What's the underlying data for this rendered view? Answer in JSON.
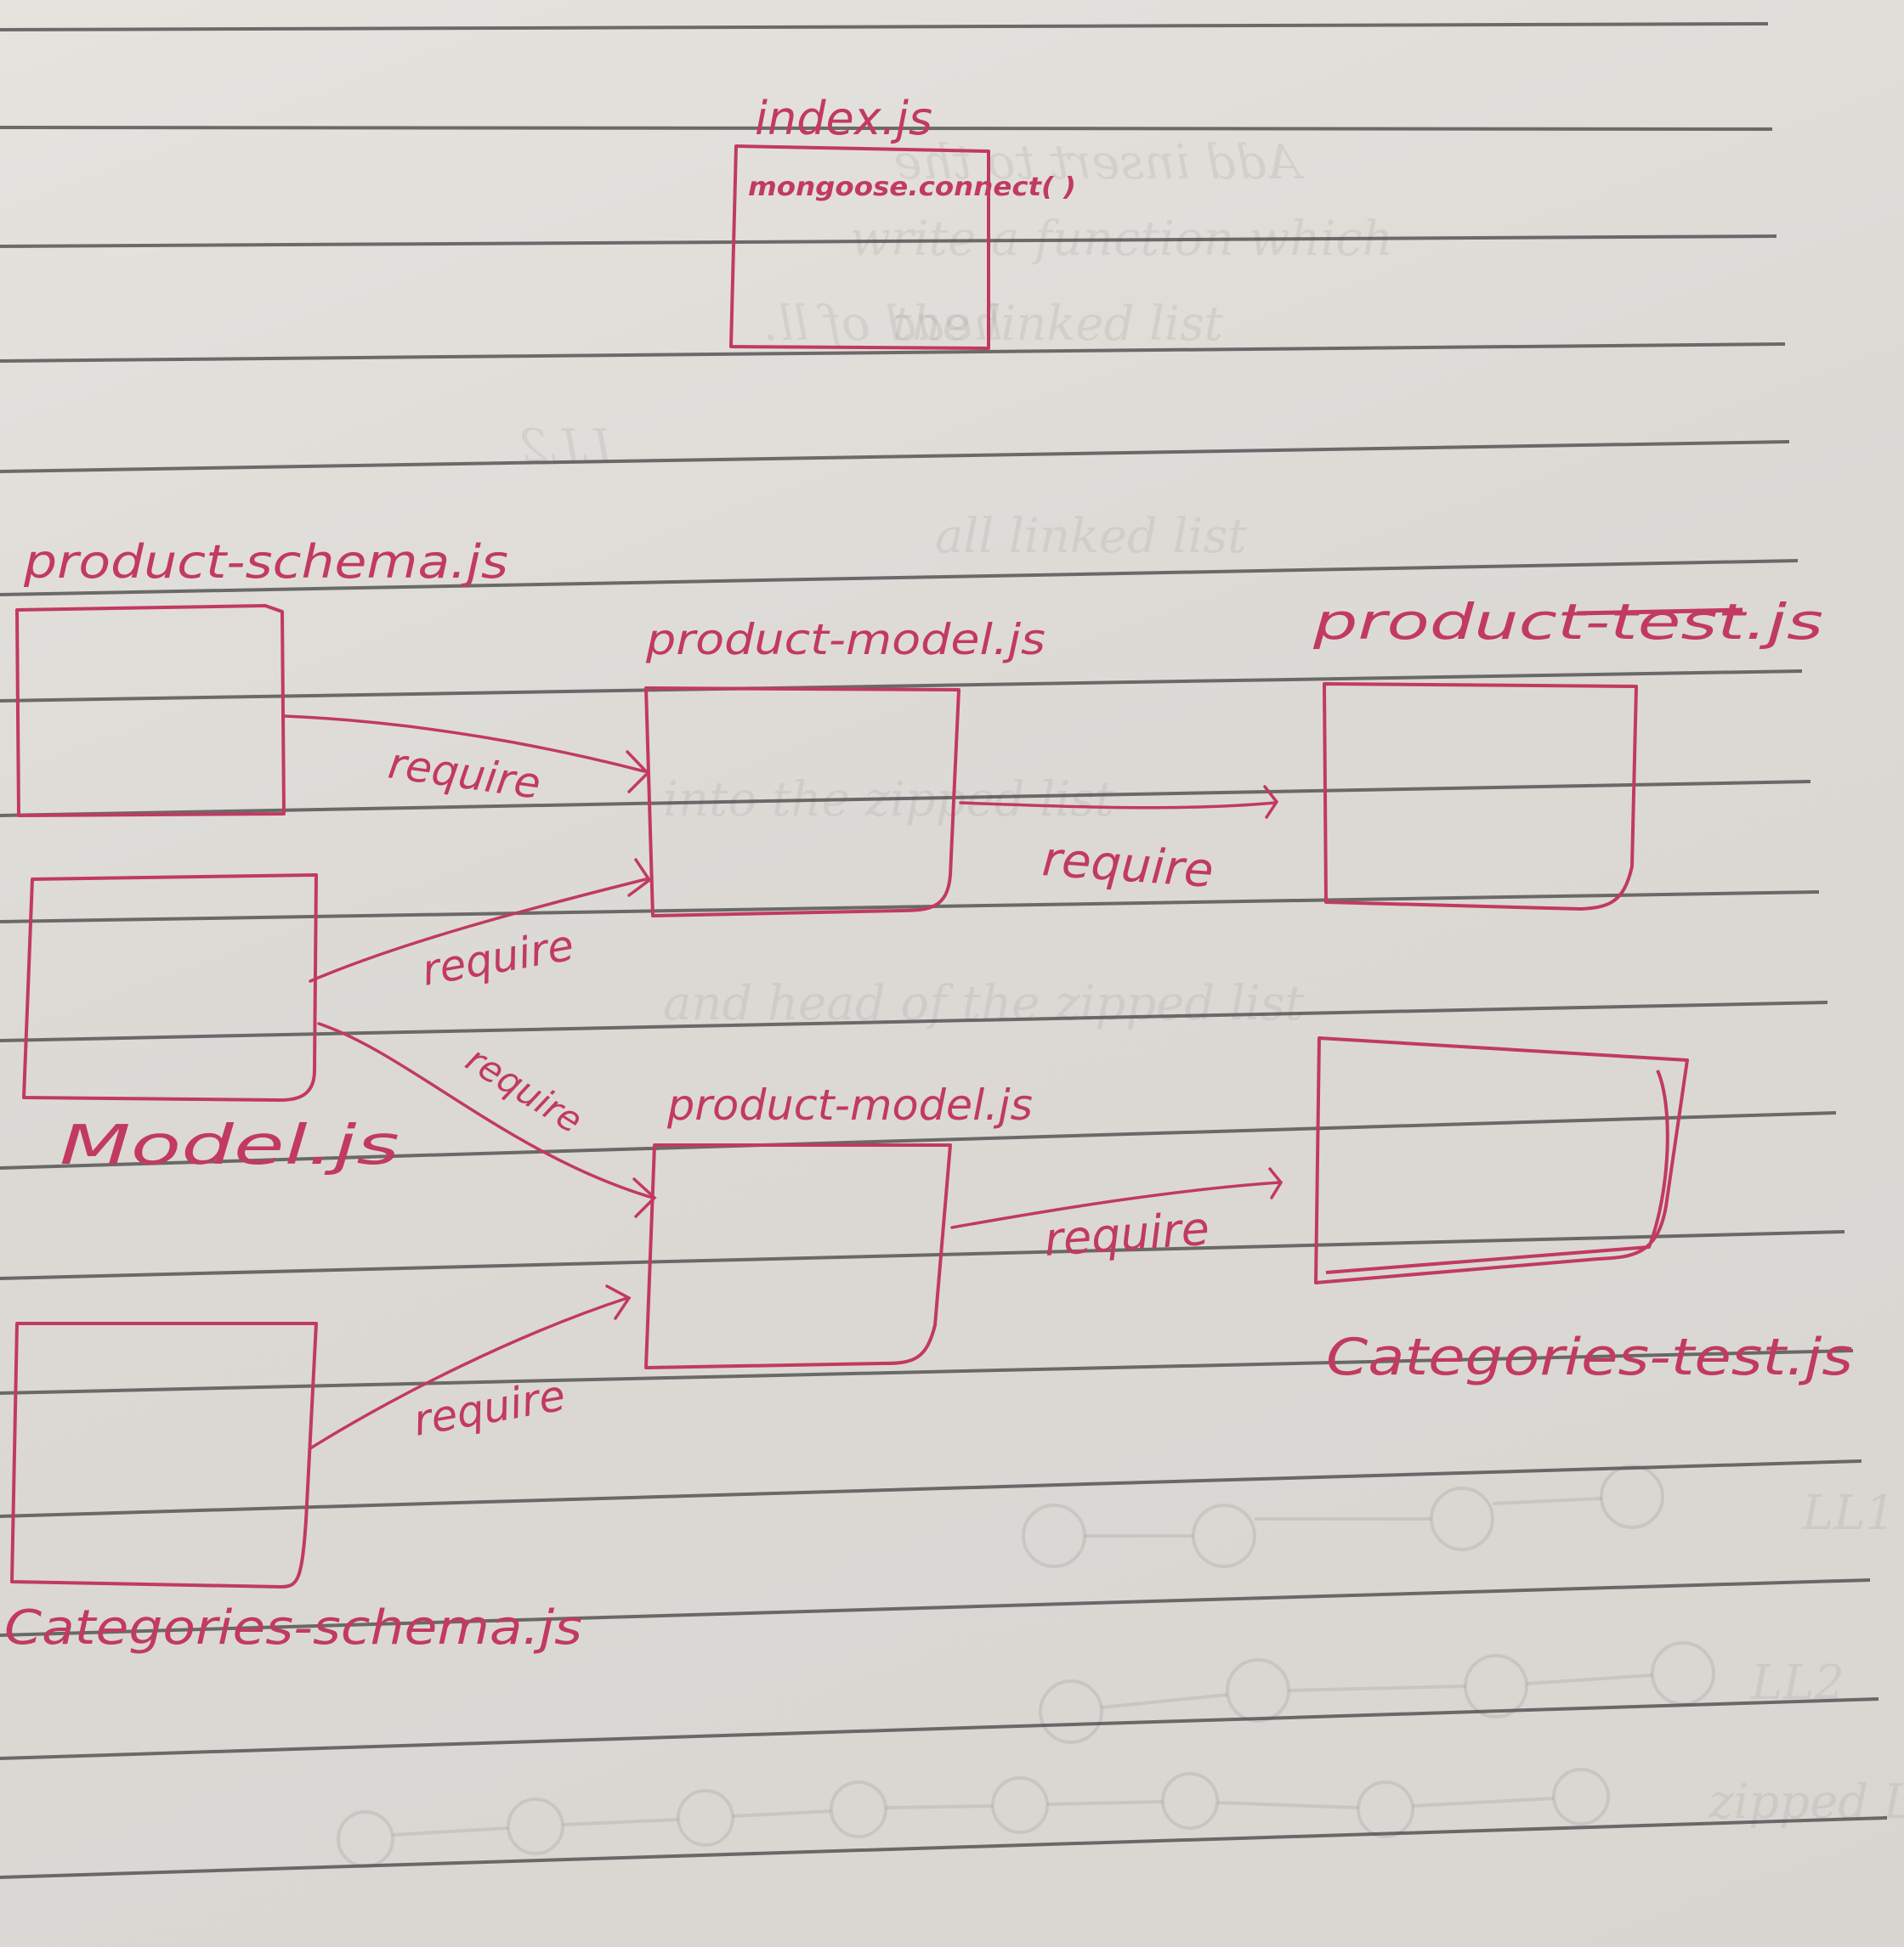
{
  "index_file": {
    "label": "index.js",
    "code": "mongoose.connect( )"
  },
  "modules": {
    "product_schema": "product-schema.js",
    "model": "Model.js",
    "categories_schema": "Categories-schema.js",
    "product_model_1": "product-model.js",
    "product_model_2": "product-model.js",
    "product_test": "product-test.js",
    "categories_test": "Categories-test.js"
  },
  "edges": {
    "schema_to_model_1": "require",
    "model_to_model_1": "require",
    "model_1_to_test": "require",
    "model_to_model_2": "require",
    "cat_schema_to_model_2": "require",
    "model_2_to_cat_test": "require"
  },
  "colors": {
    "ink": "#c23a5f",
    "ruled_line": "#4a4a4c",
    "paper": "#e3e0dc"
  }
}
